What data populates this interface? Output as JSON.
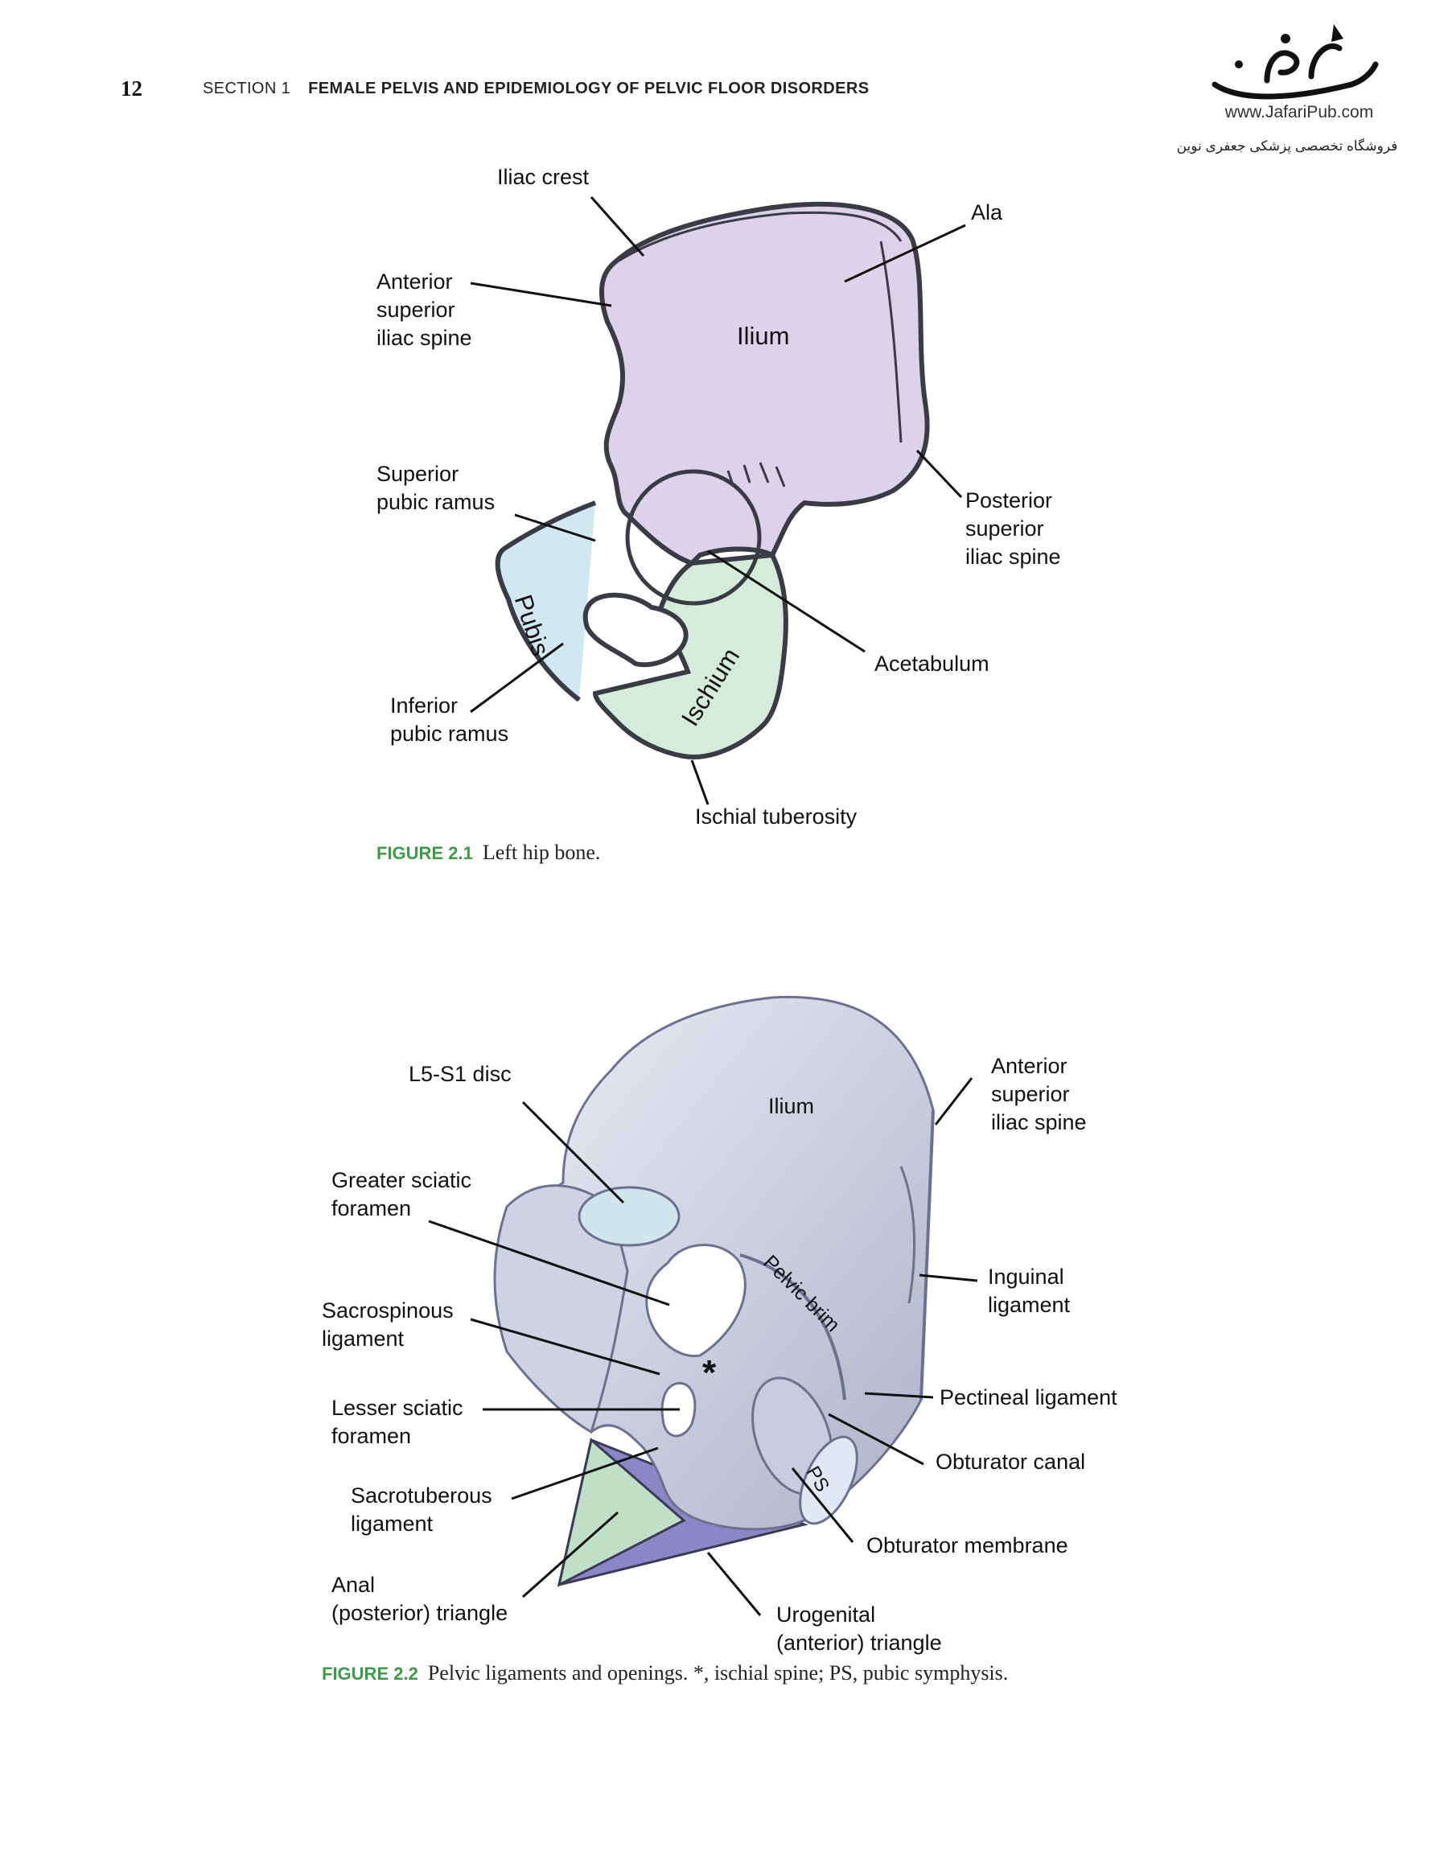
{
  "header": {
    "page_number": "12",
    "section": "SECTION 1",
    "title": "FEMALE PELVIS AND EPIDEMIOLOGY OF PELVIC FLOOR DISORDERS"
  },
  "watermark": {
    "url": "www.JafariPub.com",
    "tagline": "فروشگاه تخصصی پزشکی جعفری نوین"
  },
  "figure1": {
    "labels": {
      "iliac_crest": "Iliac crest",
      "ala": "Ala",
      "asis": "Anterior\nsuperior\niliac spine",
      "ilium": "Ilium",
      "superior_pubic_ramus": "Superior\npubic ramus",
      "psis": "Posterior\nsuperior\niliac spine",
      "pubis": "Pubis",
      "ischium": "Ischium",
      "acetabulum": "Acetabulum",
      "inferior_pubic_ramus": "Inferior\npubic ramus",
      "ischial_tuberosity": "Ischial tuberosity"
    },
    "caption_number": "FIGURE 2.1",
    "caption_text": "Left hip bone.",
    "colors": {
      "ilium": "#dcd3ea",
      "pubis": "#cfe8f2",
      "ischium": "#d6ecdb",
      "outline": "#3a3c45"
    }
  },
  "figure2": {
    "labels": {
      "l5s1": "L5-S1 disc",
      "ilium": "Ilium",
      "asis": "Anterior\nsuperior\niliac spine",
      "greater_sciatic": "Greater sciatic\nforamen",
      "pelvic_brim": "Pelvic brim",
      "inguinal": "Inguinal\nligament",
      "sacrospinous": "Sacrospinous\nligament",
      "star": "*",
      "pectineal": "Pectineal ligament",
      "lesser_sciatic": "Lesser sciatic\nforamen",
      "obturator_canal": "Obturator canal",
      "ps": "PS",
      "sacrotuberous": "Sacrotuberous\nligament",
      "obturator_membrane": "Obturator membrane",
      "anal_triangle": "Anal\n(posterior) triangle",
      "urogenital_triangle": "Urogenital\n(anterior) triangle"
    },
    "caption_number": "FIGURE 2.2",
    "caption_text": "Pelvic ligaments and openings. *, ischial spine; PS, pubic symphysis.",
    "colors": {
      "bone": "#d9dbea",
      "bone_shade": "#aeb2c9",
      "anal": "#bfe0c6",
      "urogenital": "#8c86c8",
      "line": "#111111"
    }
  }
}
